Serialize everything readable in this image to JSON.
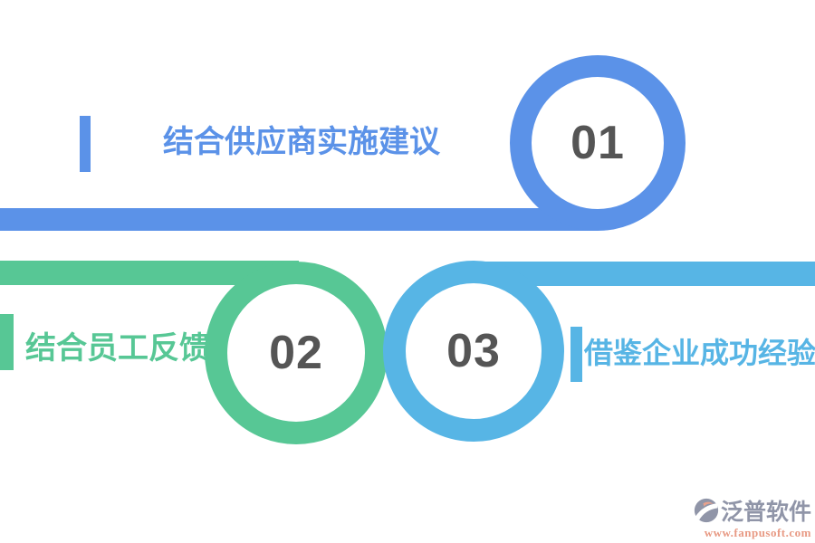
{
  "steps": [
    {
      "number": "01",
      "label": "结合供应商实施建议",
      "color": "#5b92e8"
    },
    {
      "number": "02",
      "label": "结合员工反馈",
      "color": "#57c795"
    },
    {
      "number": "03",
      "label": "借鉴企业成功经验",
      "color": "#57b5e5"
    }
  ],
  "colors": {
    "number_text": "#555555",
    "background": "#ffffff"
  },
  "watermark": {
    "brand": "泛普软件",
    "url": "www.fanpusoft.com",
    "brand_color": "#9095a8",
    "url_color": "#e89a84",
    "icon_gray": "#9095a8",
    "icon_salmon": "#e8a18c"
  }
}
